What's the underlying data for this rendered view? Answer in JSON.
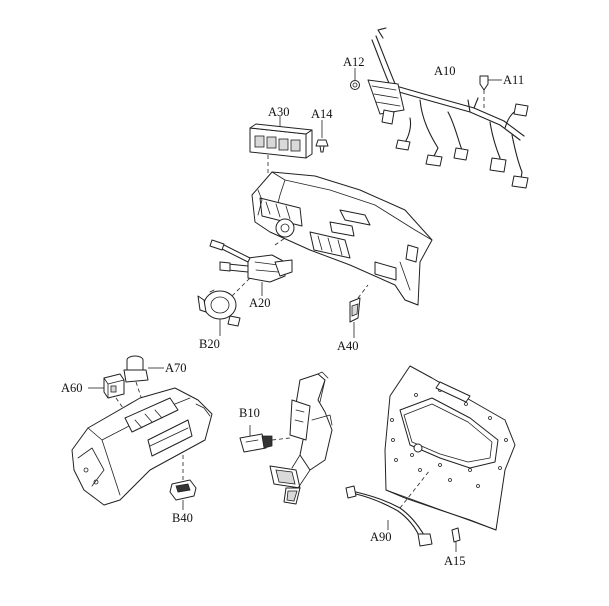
{
  "callouts": {
    "A10": "A10",
    "A11": "A11",
    "A12": "A12",
    "A14": "A14",
    "A15": "A15",
    "A20": "A20",
    "A30": "A30",
    "A40": "A40",
    "A60": "A60",
    "A70": "A70",
    "A90": "A90",
    "B10": "B10",
    "B20": "B20",
    "B40": "B40"
  }
}
